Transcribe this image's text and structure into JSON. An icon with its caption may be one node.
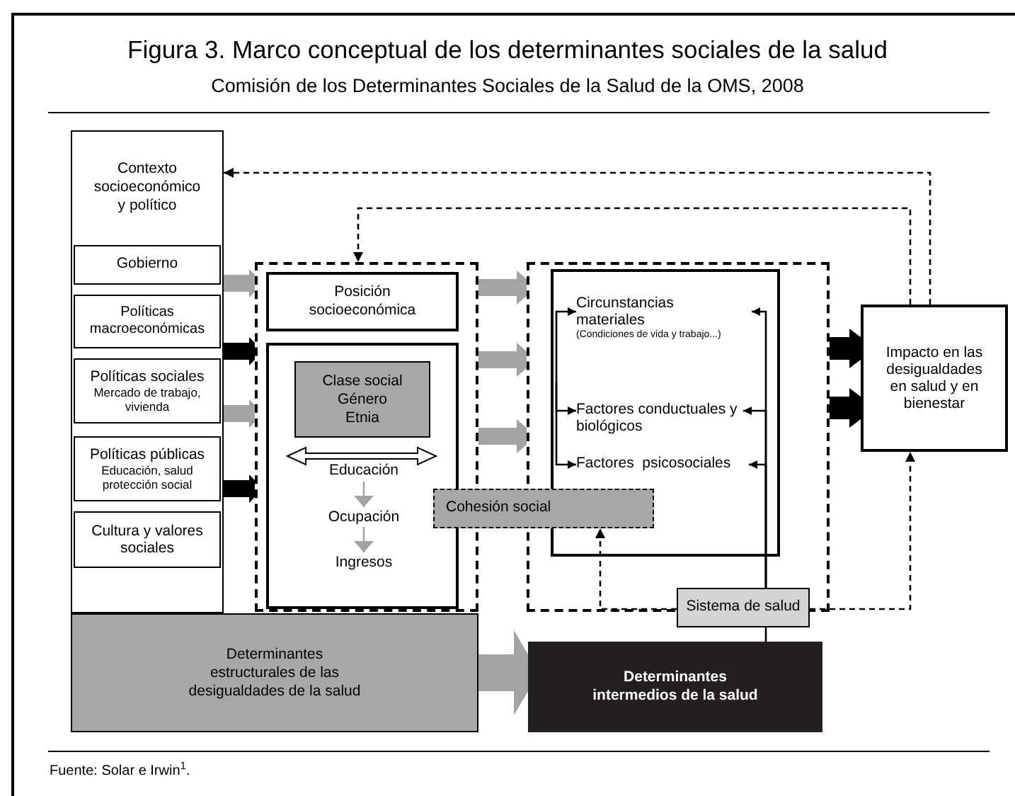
{
  "diagram": {
    "title": "Figura 3. Marco conceptual de los determinantes sociales de la salud",
    "caption": "Comisión de los Determinantes Sociales de la Salud de la OMS, 2008",
    "nodes": [
      {
        "text": [
          "Contexto socioeconómico y político"
        ]
      },
      {
        "text": [
          "Gobierno"
        ],
        "in": 0
      },
      {
        "text": [
          "Políticas macroeconómicas"
        ],
        "in": 0
      },
      {
        "text": [
          "Políticas sociales",
          "Mercado de trabajo, vivienda"
        ],
        "in": 0
      },
      {
        "text": [
          "Políticas públicas",
          "Educación, salud protección social"
        ],
        "in": 0
      },
      {
        "text": [
          "Cultura y valores sociales"
        ],
        "in": 0
      },
      {
        "text": [
          "Determinantes estructurales de las desigualdades de la salud"
        ]
      },
      {
        "text": [],
        "shape": "box"
      },
      {
        "text": [
          "Posición socioeconómica"
        ],
        "in": 7
      },
      {
        "text": [],
        "shape": "box",
        "in": 7
      },
      {
        "text": [
          "Clase social",
          "Género",
          "Etnia"
        ],
        "in": 9
      },
      {
        "text": [
          "Educación"
        ],
        "in": 9
      },
      {
        "text": [
          "Ocupación"
        ],
        "in": 9
      },
      {
        "text": [
          "Ingresos"
        ],
        "in": 9
      },
      {
        "text": [
          "Cohesión social"
        ]
      },
      {
        "text": [],
        "shape": "box"
      },
      {
        "text": [],
        "shape": "box",
        "in": 15
      },
      {
        "text": [
          "Circunstancias materiales",
          "(Condiciones de vida y trabajo...)"
        ],
        "in": 16
      },
      {
        "text": [
          "Factores conductuales y biológicos"
        ],
        "in": 16
      },
      {
        "text": [
          "Factores  psicosociales"
        ],
        "in": 16
      },
      {
        "text": [
          "Impacto en las desigualdades en salud y en bienestar"
        ]
      },
      {
        "text": [
          "Sistema de salud"
        ]
      },
      {
        "text": [
          "Determinantes intermedios de la salud"
        ]
      }
    ],
    "edges": [
      {
        "from": 20,
        "to": 0,
        "arrow": "to",
        "style": "dashed"
      },
      {
        "from": 20,
        "to": 7,
        "arrow": "to",
        "style": "dashed"
      },
      {
        "from": 0,
        "to": 7,
        "arrow": "to",
        "style": "thick",
        "color": "#a3a3a3"
      },
      {
        "from": 0,
        "to": 7,
        "arrow": "to",
        "style": "thick"
      },
      {
        "from": 0,
        "to": 7,
        "arrow": "to",
        "style": "thick",
        "color": "#a3a3a3"
      },
      {
        "from": 0,
        "to": 7,
        "arrow": "to",
        "style": "thick"
      },
      {
        "from": 7,
        "to": 15,
        "arrow": "to",
        "style": "thick",
        "color": "#a3a3a3"
      },
      {
        "from": 7,
        "to": 15,
        "arrow": "to",
        "style": "thick",
        "color": "#a3a3a3"
      },
      {
        "from": 7,
        "to": 15,
        "arrow": "to",
        "style": "thick",
        "color": "#a3a3a3"
      },
      {
        "from": 15,
        "to": 20,
        "arrow": "to",
        "style": "thick"
      },
      {
        "from": 15,
        "to": 20,
        "arrow": "to",
        "style": "thick"
      },
      {
        "from": 6,
        "to": 22,
        "arrow": "to",
        "style": "thick",
        "color": "#a3a3a3"
      },
      {
        "from": 11,
        "to": 12,
        "arrow": "to",
        "color": "#a3a3a3"
      },
      {
        "from": 12,
        "to": 13,
        "arrow": "to",
        "color": "#a3a3a3"
      },
      {
        "from": 21,
        "to": 14,
        "arrow": "to",
        "style": "dashed"
      },
      {
        "from": 21,
        "to": 20,
        "arrow": "to",
        "style": "dashed"
      },
      {
        "from": 21,
        "to": 17,
        "arrow": "to"
      },
      {
        "from": 21,
        "to": 18,
        "arrow": "to"
      },
      {
        "from": 21,
        "to": 19,
        "arrow": "to"
      },
      {
        "from": null,
        "to": 17,
        "arrow": "to"
      },
      {
        "from": null,
        "to": 18,
        "arrow": "to"
      },
      {
        "from": null,
        "to": 19,
        "arrow": "to"
      },
      {
        "from": 21,
        "to": 22,
        "arrow": "none"
      }
    ],
    "labels": [
      "Fuente: Solar e Irwin$^{1}$."
    ]
  }
}
